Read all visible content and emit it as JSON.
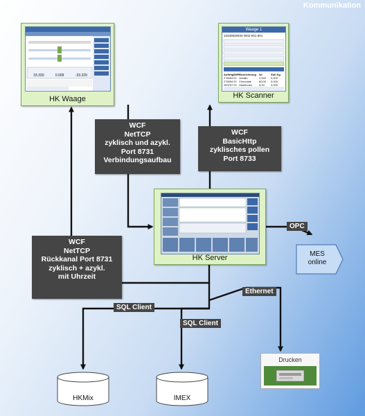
{
  "title": "Kommunikation",
  "nodes": {
    "waage": "HK Waage",
    "scanner": "HK Scanner",
    "server": "HK Server"
  },
  "connections": {
    "wcf_waage": [
      "WCF",
      "NetTCP",
      "zyklisch und azykl.",
      "Port 8731",
      "Verbindungsaufbau"
    ],
    "wcf_scanner": [
      "WCF",
      "BasicHttp",
      "zyklisches pollen",
      "Port 8733"
    ],
    "wcf_backchannel": [
      "WCF",
      "NetTCP",
      "Rückkanal Port 8731",
      "zyklisch + azykl.",
      "mit Uhrzeit"
    ],
    "opc": "OPC",
    "ethernet": "Ethernet",
    "sql_hkmix": "SQL Client",
    "sql_imex": "SQL Client"
  },
  "targets": {
    "mes": [
      "MES",
      "online"
    ],
    "hkmix": "HKMix",
    "imex": "IMEX",
    "drucken": "Drucken"
  },
  "scanner_screen": {
    "header": "Waage 1",
    "code": "10330825934-W02-501-801",
    "table_headers": [
      "Auftrag",
      "SNP",
      "Bezeichnung",
      "Ist",
      "Soll Kg"
    ],
    "rows": [
      [
        "276054",
        "23",
        "Vanillin",
        "2,000",
        "0,000"
      ],
      [
        "276054",
        "23",
        "Chocolate",
        "60,00",
        "0,000"
      ],
      [
        "283757",
        "23",
        "Haselnuss",
        "5,20",
        "0,000"
      ]
    ]
  },
  "waage_screen": {
    "values": [
      "33.330",
      "0.009",
      "-33.329"
    ]
  }
}
